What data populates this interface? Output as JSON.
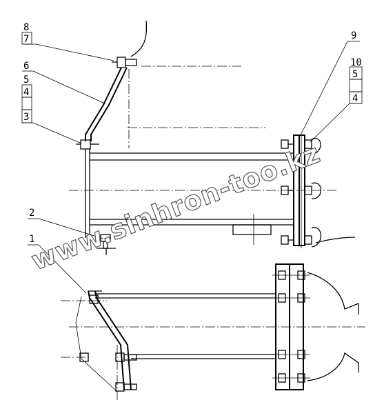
{
  "labels": {
    "l8": "8",
    "l7": "7",
    "l6": "6",
    "l5": "5",
    "l4": "4",
    "l3": "3",
    "l9": "9",
    "l10": "10",
    "l5r": "5",
    "l4r": "4",
    "l2": "2",
    "l1": "1"
  },
  "watermark": "www.sinhron-too.kz"
}
